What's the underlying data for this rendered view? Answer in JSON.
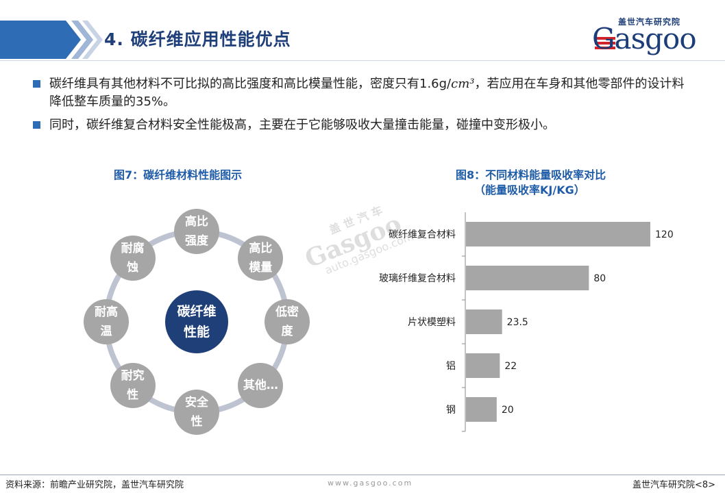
{
  "header": {
    "title": "4.   碳纤维应用性能优点"
  },
  "logo": {
    "cn": "盖世汽车研究院",
    "en": "Gasgoo"
  },
  "bullets": [
    {
      "before": "碳纤维具有其他材料不可比拟的高比强度和高比模量性能，密度只有1.6g/",
      "unit": "cm³",
      "after": "，若应用在车身和其他零部件的设计料降低整车质量的35%。"
    },
    {
      "before": "同时，碳纤维复合材料安全性能极高，主要在于它能够吸收大量撞击能量，碰撞中变形极小。",
      "unit": "",
      "after": ""
    }
  ],
  "figure7": {
    "title": "图7：碳纤维材料性能图示",
    "center": "碳纤维\n性能",
    "nodes": [
      "高比\n强度",
      "高比\n模量",
      "低密\n度",
      "其他…",
      "安全\n性",
      "耐究\n性",
      "耐高\n温",
      "耐腐\n蚀"
    ],
    "colors": {
      "node": "#a6a6a6",
      "center": "#1f3f78",
      "ring": "#bdc3d0"
    }
  },
  "chart_data": {
    "type": "bar",
    "orientation": "horizontal",
    "title": "图8：不同材料能量吸收率对比",
    "subtitle": "（能量吸收率KJ/KG）",
    "categories": [
      "碳纤维复合材料",
      "玻璃纤维复合材料",
      "片状模塑料",
      "铝",
      "钢"
    ],
    "values": [
      120,
      80,
      23.5,
      22,
      20
    ],
    "value_labels": [
      "120",
      "80",
      "23.5",
      "22",
      "20"
    ],
    "xlim": [
      0,
      140
    ],
    "grid": false,
    "bar_color": "#a6a6a6"
  },
  "watermark": {
    "cn": "盖世汽车",
    "en": "Gasgoo",
    "url": "auto.gasgoo.com"
  },
  "footer": {
    "source": "资料来源：前瞻产业研究院，盖世汽车研究院",
    "url": "www.gasgoo.com",
    "page": "盖世汽车研究院<8>"
  }
}
